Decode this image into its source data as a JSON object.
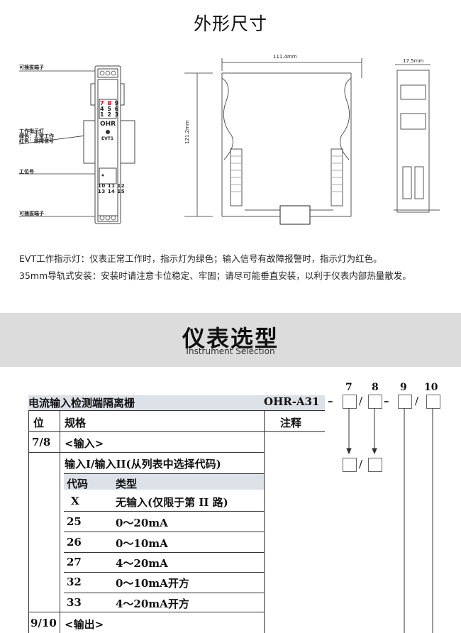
{
  "dimensions": {
    "title": "外形尺寸",
    "front_view": {
      "label_top_terminal": "可插拔端子",
      "label_indicator": [
        "工作指示灯",
        "绿色：正常工作",
        "红色：故障信号"
      ],
      "label_position": "工位号",
      "label_bottom_terminal": "可插拔端子",
      "terminal_row1": [
        "7",
        "8",
        "9"
      ],
      "terminal_row2": [
        "4",
        "5",
        "6"
      ],
      "terminal_row3": [
        "1",
        "2",
        "3"
      ],
      "brand": "OHR",
      "model_short": "EVT1",
      "terminal_row4": [
        "10",
        "11",
        "12"
      ],
      "terminal_row5": [
        "13",
        "14",
        "15"
      ]
    },
    "width_label": "111.4mm",
    "height_label": "121.2mm",
    "depth_label": "17.5mm",
    "notes": [
      "EVT工作指示灯：仪表正常工作时，指示灯为绿色；输入信号有故障报警时，指示灯为红色。",
      "35mm导轨式安装：安装时请注意卡位稳定、牢固；请尽可能垂直安装，以利于仪表内部热量散发。"
    ]
  },
  "selection": {
    "title": "仪表选型",
    "subtitle": "Instrument Selection",
    "product_name": "电流输入检测端隔离栅",
    "model": "OHR-A31",
    "position_numbers": [
      "7",
      "8",
      "9",
      "10"
    ],
    "separator_dash": "–",
    "separator_slash": "/",
    "header": {
      "pos": "位",
      "spec": "规格",
      "note": "注释"
    },
    "group1_pos": "7/8",
    "group1_name": "<输入>",
    "group1_desc": "输入I/输入II(从列表中选择代码)",
    "code_header": {
      "code": "代码",
      "type": "类型"
    },
    "rows": [
      {
        "code": "X",
        "type": "无输入(仅限于第 II 路)"
      },
      {
        "code": "25",
        "type": "0～20mA"
      },
      {
        "code": "26",
        "type": "0～10mA"
      },
      {
        "code": "27",
        "type": "4～20mA"
      },
      {
        "code": "32",
        "type": "0～10mA开方"
      },
      {
        "code": "33",
        "type": "4～20mA开方"
      }
    ],
    "group2_pos": "9/10",
    "group2_name": "<输出>"
  },
  "colors": {
    "red_terminal": "#d0021b",
    "band": "#dcdcdc",
    "highlight": "#dde1e8"
  }
}
